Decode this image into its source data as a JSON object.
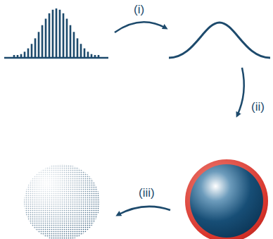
{
  "diagram": {
    "labels": [
      "(i)",
      "(ii)",
      "(iii)"
    ]
  }
}
